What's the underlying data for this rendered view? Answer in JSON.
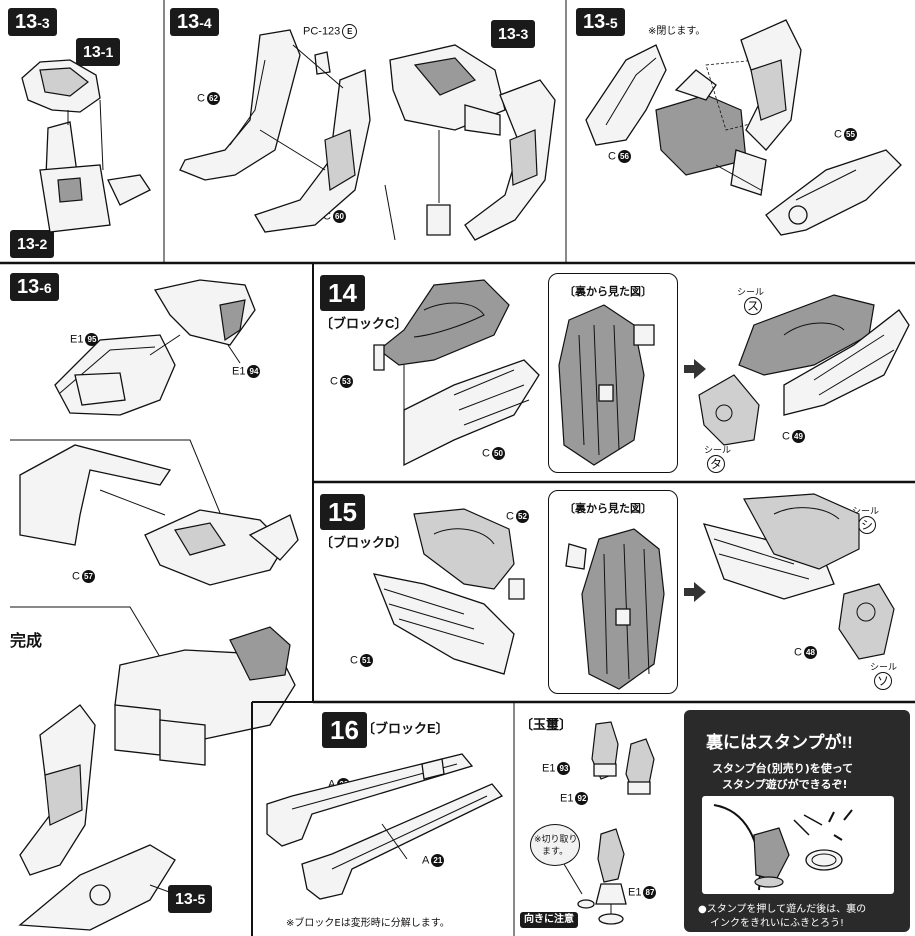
{
  "steps": {
    "s13_3": {
      "badge_main": "13",
      "badge_sub": "-3",
      "ref1_main": "13",
      "ref1_sub": "-1",
      "ref2_main": "13",
      "ref2_sub": "-2"
    },
    "s13_4": {
      "badge_main": "13",
      "badge_sub": "-4",
      "pc_label": "PC-123",
      "pc_circle": "E",
      "c62": "C",
      "c62n": "62",
      "c60": "C",
      "c60n": "60",
      "ref_main": "13",
      "ref_sub": "-3"
    },
    "s13_5": {
      "badge_main": "13",
      "badge_sub": "-5",
      "close_note": "※閉じます。",
      "c56": "C",
      "c56n": "56",
      "c55": "C",
      "c55n": "55"
    },
    "s13_6": {
      "badge_main": "13",
      "badge_sub": "-6",
      "e95": "E1",
      "e95n": "95",
      "e94": "E1",
      "e94n": "94",
      "c57": "C",
      "c57n": "57",
      "complete": "完成",
      "ref_main": "13",
      "ref_sub": "-5"
    },
    "s14": {
      "badge": "14",
      "block": "〔ブロックC〕",
      "rear_view": "〔裏から見た図〕",
      "c53": "C",
      "c53n": "53",
      "c50": "C",
      "c50n": "50",
      "c49": "C",
      "c49n": "49",
      "seal_label": "シール",
      "seal1": "ス",
      "seal2": "タ"
    },
    "s15": {
      "badge": "15",
      "block": "〔ブロックD〕",
      "rear_view": "〔裏から見た図〕",
      "c52": "C",
      "c52n": "52",
      "c51": "C",
      "c51n": "51",
      "c48": "C",
      "c48n": "48",
      "seal_label": "シール",
      "seal1": "シ",
      "seal2": "ソ"
    },
    "s16": {
      "badge": "16",
      "block": "〔ブロックE〕",
      "a22": "A",
      "a22n": "22",
      "a21": "A",
      "a21n": "21",
      "note": "※ブロックEは変形時に分解します。"
    },
    "gyokuji": {
      "title": "〔玉璽〕",
      "e93": "E1",
      "e93n": "93",
      "e92": "E1",
      "e92n": "92",
      "e87": "E1",
      "e87n": "87",
      "cut_note_1": "※切り取り",
      "cut_note_2": "ます。",
      "orientation": "向きに注意"
    },
    "stamp": {
      "headline": "裏にはスタンプが!!",
      "line1": "スタンプ台(別売り)を使って",
      "line2": "スタンプ遊びができるぞ!",
      "foot1": "●スタンプを押して遊んだ後は、裏の",
      "foot2": "インクをきれいにふきとろう!"
    }
  },
  "colors": {
    "ink": "#111111",
    "panel_dark": "#2a2a2a",
    "gray": "#9a9a9a"
  }
}
